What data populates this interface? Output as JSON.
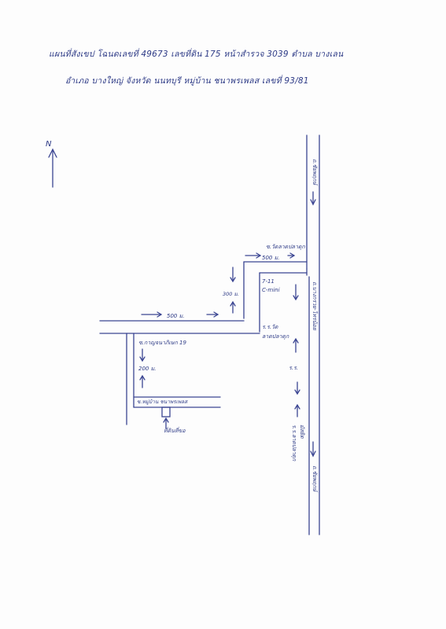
{
  "header": {
    "line1": "แผนที่สังเขป โฉนดเลขที่ 49673 เลขที่ดิน 175 หน้าสำรวจ 3039 ตำบล บางเลน",
    "line2": "อำเภอ บางใหญ่ จังหวัด นนทบุรี หมู่บ้าน ชนาพรเพลส เลขที่ 93/81"
  },
  "map": {
    "north": "N",
    "road_right_top": "ถ.ชัยพฤกษ์",
    "road_right_middle": "ถ.บางกรวย-ไทรน้อย",
    "road_right_bottom": "ถ.ชัยพฤกษ์",
    "junction": "ซ.วัดลาดปลาดุก",
    "distance_500_top": "500 ม.",
    "distance_300": "300 ม.",
    "distance_500_left": "500 ม.",
    "shop_711": "7-11",
    "shop_cmini": "C-mini",
    "mosque": "มัสยิด",
    "school_name": "ร.ร.วัด",
    "school_name2": "ลาดปลาดุก",
    "soi19": "ซ.กาญจนาภิเษก 19",
    "distance_200": "200 ม.",
    "village_soi": "ซ.หมู่บ้าน ชนาพรเพลส",
    "target_label": "ที่ดินที่ขอ",
    "small_mark": "ร.ร.",
    "side_text": "ร.ร.ลาดปลาดุก"
  },
  "colors": {
    "ink": "#2d3a86"
  }
}
